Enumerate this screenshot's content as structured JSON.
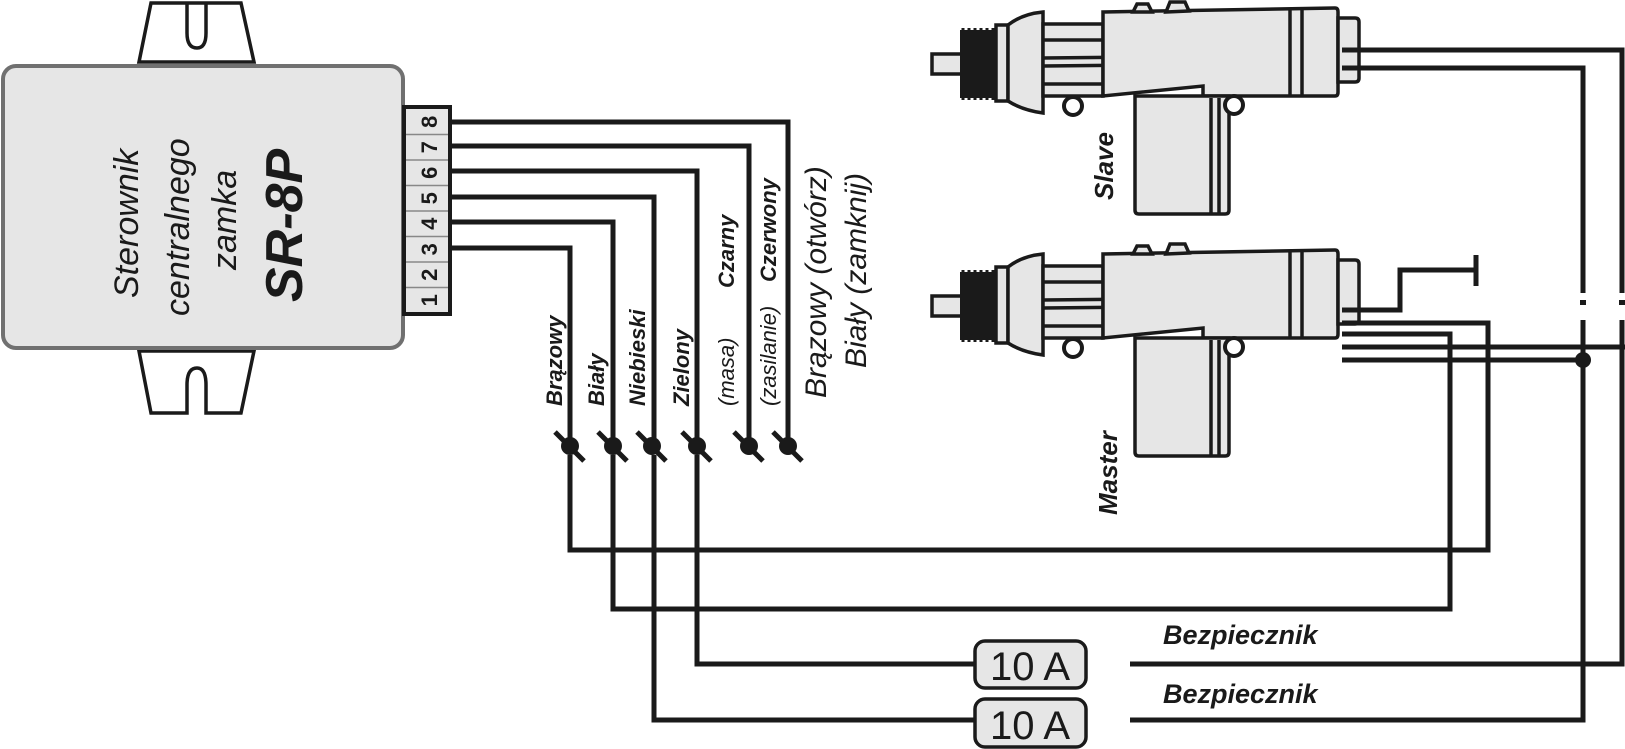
{
  "module": {
    "line1": "Sterownik",
    "line2": "centralnego",
    "line3": "zamka",
    "model": "SR-8P",
    "pins": [
      "1",
      "2",
      "3",
      "4",
      "5",
      "6",
      "7",
      "8"
    ]
  },
  "wires": [
    {
      "pin": "3",
      "label": "Brązowy"
    },
    {
      "pin": "4",
      "label": "Biały"
    },
    {
      "pin": "5",
      "label": "Niebieski"
    },
    {
      "pin": "6",
      "label": "Zielony"
    },
    {
      "pin": "7",
      "label_a": "(masa)",
      "label_b": "Czarny"
    },
    {
      "pin": "8",
      "label_a": "(zasilanie)",
      "label_b": "Czerwony"
    }
  ],
  "legend": {
    "line1": "Brązowy (otwórz)",
    "line2": "Biały (zamknij)"
  },
  "actuators": {
    "slave": "Slave",
    "master": "Master"
  },
  "fuses": [
    {
      "rating": "10 A",
      "label": "Bezpiecznik"
    },
    {
      "rating": "10 A",
      "label": "Bezpiecznik"
    }
  ],
  "colors": {
    "line": "#1a1a1a",
    "fill": "#e6e6e6",
    "module_border": "#707070"
  }
}
